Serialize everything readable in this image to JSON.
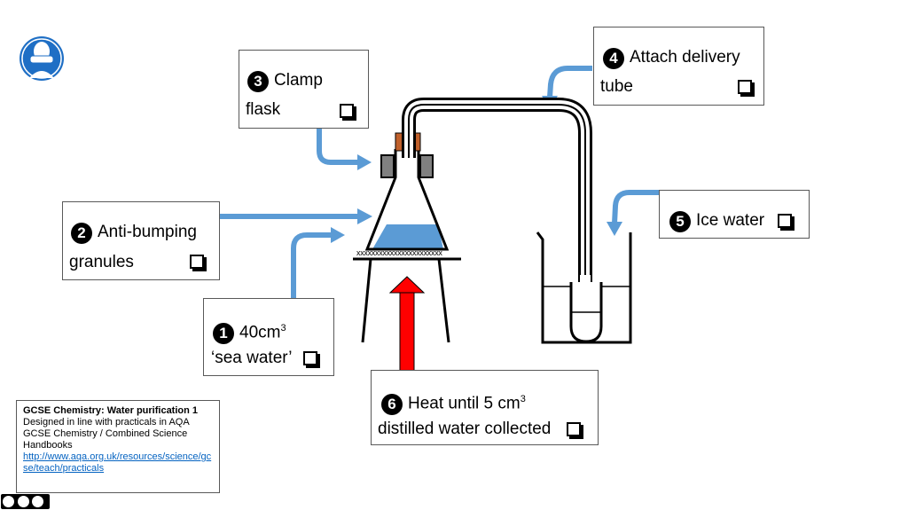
{
  "steps": {
    "s1": {
      "num": "1",
      "line1": "40cm",
      "sup": "3",
      "line2": "‘sea water’"
    },
    "s2": {
      "num": "2",
      "line1": "Anti-bumping",
      "line2": "granules"
    },
    "s3": {
      "num": "3",
      "line1": "Clamp",
      "line2": "flask"
    },
    "s4": {
      "num": "4",
      "line1": "Attach delivery",
      "line2": "tube"
    },
    "s5": {
      "num": "5",
      "line1": "Ice water"
    },
    "s6": {
      "num": "6",
      "line1": "Heat until 5 cm",
      "sup": "3",
      "line2": "distilled water collected"
    }
  },
  "gauze_label": "xxxxxxxxxxxxxxxxxxxxxxx",
  "info": {
    "title": "GCSE Chemistry: Water purification 1",
    "line1": "Designed in line with practicals in AQA",
    "line2": "GCSE Chemistry / Combined Science",
    "line3": "Handbooks",
    "link": "http://www.aqa.org.uk/resources/science/gcse/teach/practicals"
  },
  "colors": {
    "arrow": "#5b9bd5",
    "heat": "#ff0000",
    "water": "#5b9bd5",
    "safety": "#1f6fc5",
    "stopper": "#c0602b",
    "clamp": "#808080"
  },
  "icons": {
    "safety": "safety-goggles-icon",
    "license": "creative-commons-icon"
  }
}
